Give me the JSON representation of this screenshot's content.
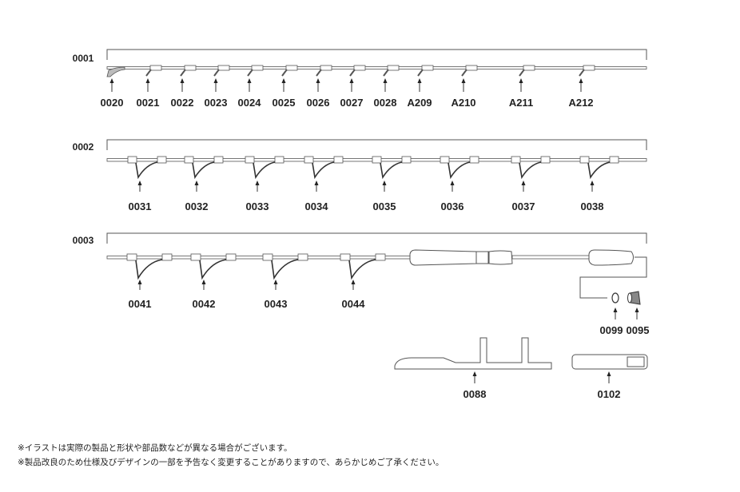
{
  "sections": [
    {
      "id": "0001",
      "parts": [
        "0020",
        "0021",
        "0022",
        "0023",
        "0024",
        "0025",
        "0026",
        "0027",
        "0028",
        "A209",
        "A210",
        "A211",
        "A212"
      ]
    },
    {
      "id": "0002",
      "parts": [
        "0031",
        "0032",
        "0033",
        "0034",
        "0035",
        "0036",
        "0037",
        "0038"
      ]
    },
    {
      "id": "0003",
      "parts": [
        "0041",
        "0042",
        "0043",
        "0044"
      ],
      "end_parts": [
        "0099",
        "0095"
      ]
    }
  ],
  "accessories": [
    "0088",
    "0102"
  ],
  "notes": [
    "※イラストは実際の製品と形状や部品数などが異なる場合がございます。",
    "※製品改良のため仕様及びデザインの一部を予告なく変更することがありますので、あらかじめご了承ください。"
  ]
}
